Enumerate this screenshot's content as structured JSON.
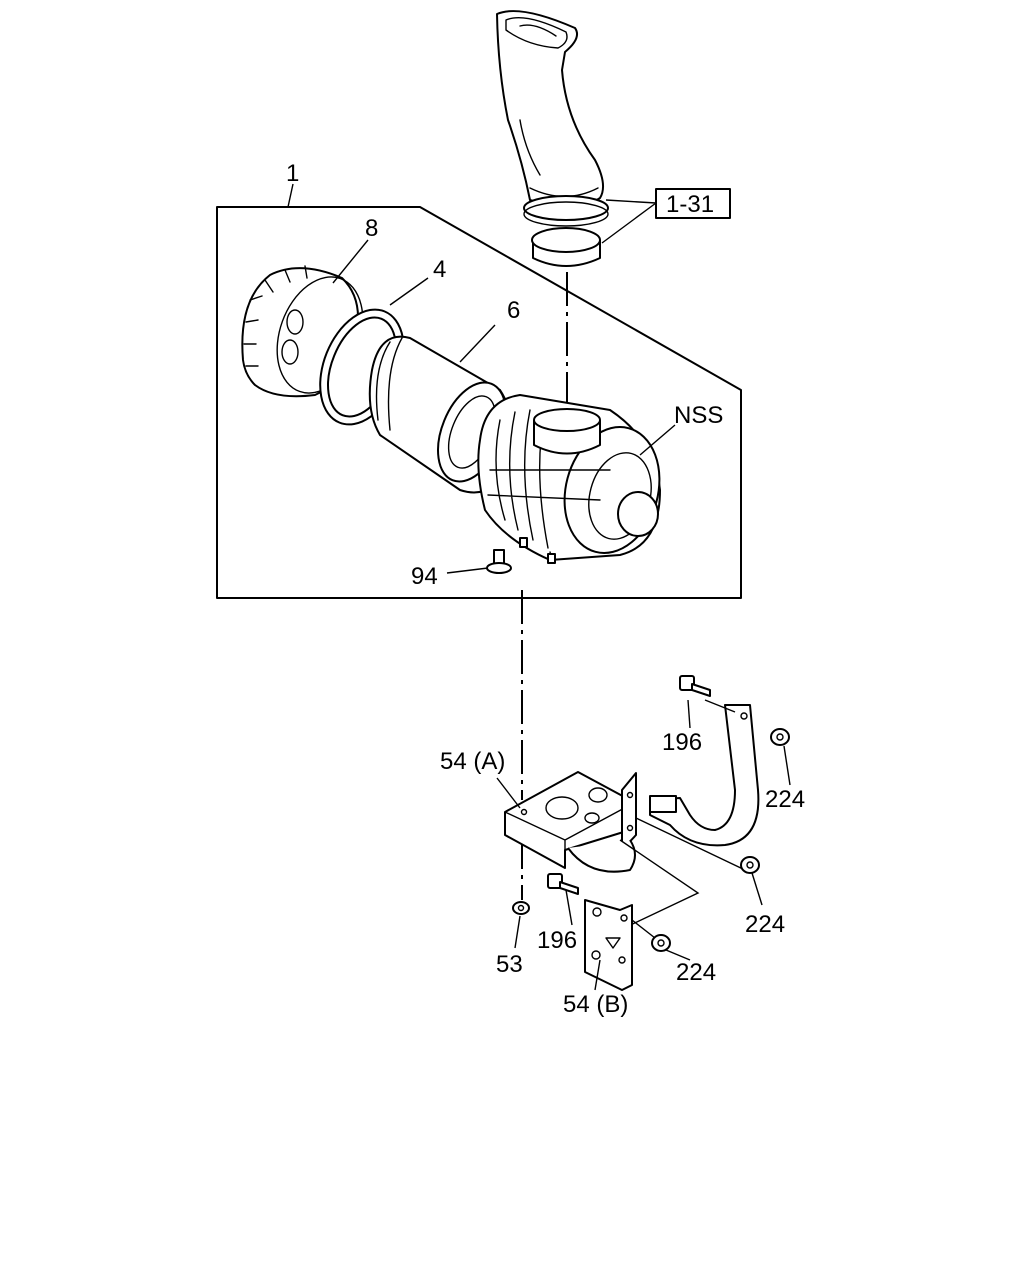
{
  "labels": {
    "assembly": "1",
    "cover": "8",
    "seal_ring": "4",
    "element": "6",
    "ref_box": "1-31",
    "body": "NSS",
    "stud": "94",
    "bolt_upper": "196",
    "bolt_lower": "196",
    "bracket_a": "54 (A)",
    "bracket_b": "54 (B)",
    "nut_upper": "224",
    "nut_middle": "224",
    "nut_lower": "224",
    "washer": "53"
  }
}
